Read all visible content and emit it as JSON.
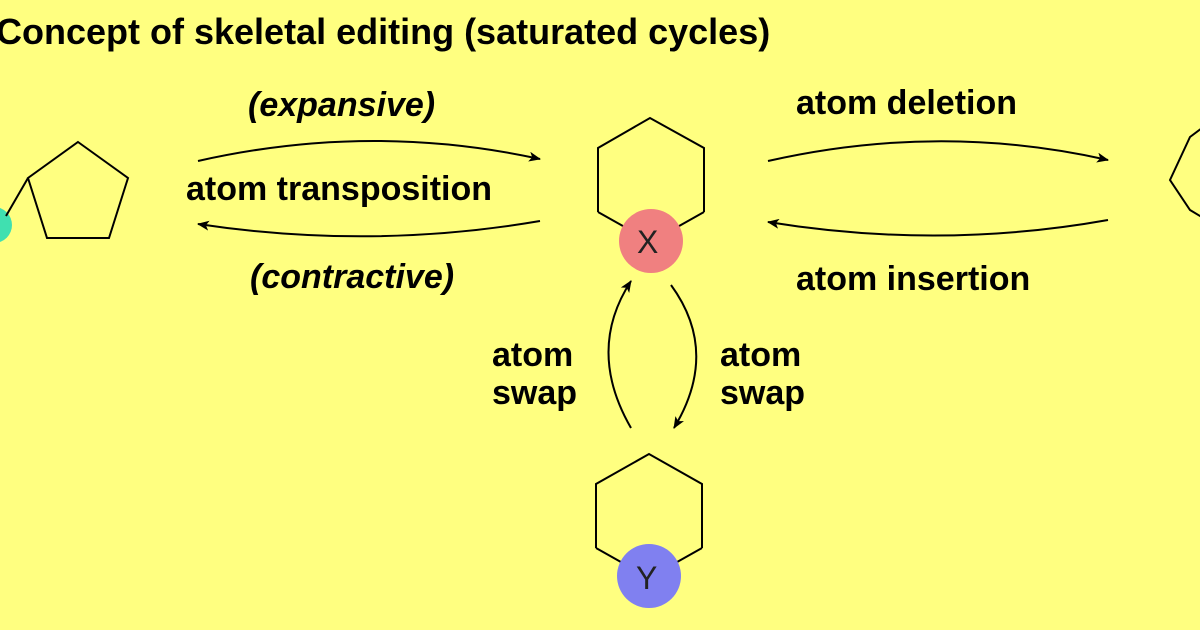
{
  "title": "Concept of skeletal editing (saturated cycles)",
  "labels": {
    "expansive": "(expansive)",
    "transposition": "atom transposition",
    "contractive": "(contractive)",
    "deletion": "atom deletion",
    "insertion": "atom insertion",
    "swap_left_1": "atom",
    "swap_left_2": "swap",
    "swap_right_1": "atom",
    "swap_right_2": "swap"
  },
  "atoms": {
    "x": {
      "label": "X",
      "color": "#F08080"
    },
    "y": {
      "label": "Y",
      "color": "#8080F0"
    },
    "left_partial": {
      "color": "#40E0B0"
    }
  },
  "colors": {
    "background": "#FFFF80",
    "line": "#000000"
  }
}
